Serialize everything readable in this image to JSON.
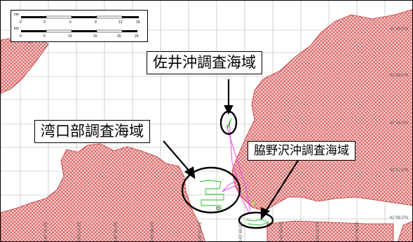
{
  "labels": {
    "sai": "佐井沖調査海域",
    "wanko": "湾口部調査海域",
    "wakinosawa": "脇野沢沖調査海域"
  },
  "latitudes": [
    "41°30.0'N",
    "41°24.0'N",
    "41°18.0'N",
    "41°12.0'N",
    "41°06.0'N"
  ],
  "longitudes": [
    "140°18.0'E",
    "140°24.0'E",
    "140°30.0'E",
    "140°36.0'E",
    "140°42.0'E",
    "140°48.0'E",
    "140°54.0'E",
    "141°00.0'E",
    "141°06.0'E"
  ],
  "scale_bar": {
    "nm_unit": "nm",
    "nm_ticks": [
      "0",
      "3",
      "6",
      "9",
      "12",
      "15"
    ],
    "km_unit": "km",
    "km_ticks": [
      "0",
      "5",
      "10",
      "15",
      "20",
      "25"
    ]
  },
  "colors": {
    "land_hatch": "#d04040",
    "land_fill": "#f6d0d0",
    "track_green": "#22bb22",
    "route_magenta": "#ee44ee",
    "grid": "#b0b0b0"
  }
}
